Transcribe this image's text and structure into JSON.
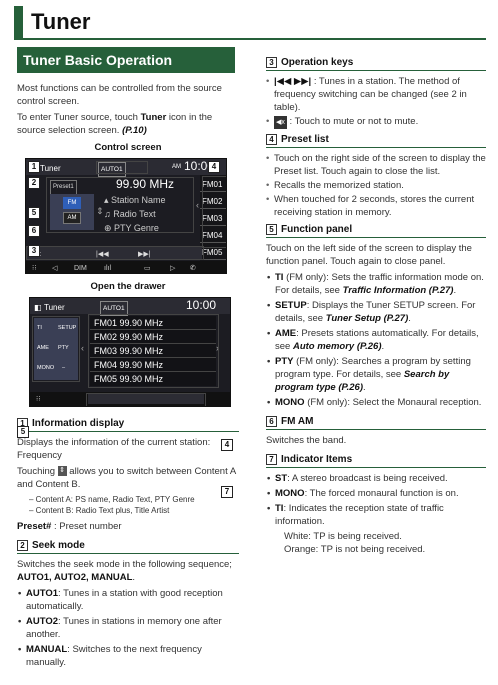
{
  "page": {
    "title": "Tuner"
  },
  "section": {
    "title": "Tuner Basic Operation"
  },
  "intro": {
    "p1": "Most functions can be controlled from the source control screen.",
    "p2_a": "To enter Tuner source, touch ",
    "p2_b": "Tuner",
    "p2_c": " icon in the source selection screen. ",
    "p2_d": "(P.10)"
  },
  "figure1": {
    "title": "Control screen",
    "source": "Tuner",
    "seek_mode": "AUTO1",
    "band": "AM",
    "clock": "10:00",
    "preset_label": "Preset1",
    "frequency": "99.90 MHz",
    "station_name": "Station Name",
    "radio_text": "Radio Text",
    "pty_genre": "PTY Genre",
    "fm_button": "FM",
    "am_button": "AM",
    "presets": [
      "FM01",
      "FM02",
      "FM03",
      "FM04",
      "FM05"
    ],
    "bottom_dim": "DIM",
    "callouts": [
      "1",
      "2",
      "3",
      "4",
      "5",
      "6"
    ]
  },
  "figure2": {
    "title": "Open the drawer",
    "source": "Tuner",
    "seek_mode": "AUTO1",
    "clock": "10:00",
    "func_buttons": [
      "TI",
      "SETUP",
      "AME",
      "PTY",
      "MONO",
      "–"
    ],
    "presets": [
      {
        "name": "FM01",
        "freq": "99.90 MHz"
      },
      {
        "name": "FM02",
        "freq": "99.90 MHz"
      },
      {
        "name": "FM03",
        "freq": "99.90 MHz"
      },
      {
        "name": "FM04",
        "freq": "99.90 MHz"
      },
      {
        "name": "FM05",
        "freq": "99.90 MHz"
      }
    ],
    "callouts": [
      "5",
      "4",
      "7"
    ]
  },
  "info_display": {
    "num": "1",
    "heading": "Information display",
    "p1": "Displays the information of the current station: Frequency",
    "touching_a": "Touching ",
    "touching_b": " allows you to switch between Content A and Content B.",
    "content_a": "– Content A: PS name, Radio Text, PTY Genre",
    "content_b": "– Content B: Radio Text plus, Title Artist",
    "preset_label": "Preset#",
    "preset_text": " : Preset number"
  },
  "seek_mode": {
    "num": "2",
    "heading": "Seek mode",
    "p1": "Switches the seek mode in the following sequence; ",
    "seq": "AUTO1, AUTO2, MANUAL",
    "items": [
      {
        "label": "AUTO1",
        "text": ": Tunes in a station with good reception automatically."
      },
      {
        "label": "AUTO2",
        "text": ": Tunes in stations in memory one after another."
      },
      {
        "label": "MANUAL",
        "text": ": Switches to the next frequency manually."
      }
    ]
  },
  "operation_keys": {
    "num": "3",
    "heading": "Operation keys",
    "item1_keys": "|◀◀ ▶▶|",
    "item1_text": " : Tunes in a station. The method of frequency switching can be changed (see 2 in table).",
    "item2_key": "◀x",
    "item2_text": " : Touch to mute or not to mute."
  },
  "preset_list": {
    "num": "4",
    "heading": "Preset list",
    "items": [
      "Touch on the right side of the screen to display the Preset list. Touch again to close the list.",
      "Recalls the memorized station.",
      "When touched for 2 seconds, stores the current receiving station in memory."
    ]
  },
  "function_panel": {
    "num": "5",
    "heading": "Function panel",
    "p1": "Touch on the left side of the screen to display the function panel. Touch again to close panel.",
    "items": [
      {
        "label": "TI",
        "text": " (FM only): Sets the traffic information mode on. For details, see ",
        "ref": "Traffic Information (P.27)",
        "end": "."
      },
      {
        "label": "SETUP",
        "text": ": Displays the Tuner SETUP screen. For details, see ",
        "ref": "Tuner Setup (P.27)",
        "end": "."
      },
      {
        "label": "AME",
        "text": ": Presets stations automatically. For details, see ",
        "ref": "Auto memory (P.26)",
        "end": "."
      },
      {
        "label": "PTY",
        "text": " (FM only): Searches a program by setting program type. For details, see ",
        "ref": "Search by program type (P.26)",
        "end": "."
      },
      {
        "label": "MONO",
        "text": " (FM only): Select the Monaural reception.",
        "ref": "",
        "end": ""
      }
    ]
  },
  "fm_am": {
    "num": "6",
    "heading": "FM  AM",
    "text": "Switches the band."
  },
  "indicator_items": {
    "num": "7",
    "heading": "Indicator Items",
    "items": [
      {
        "label": "ST",
        "text": ": A stereo broadcast is being received."
      },
      {
        "label": "MONO",
        "text": ": The forced monaural function is on."
      },
      {
        "label": "TI",
        "text": ": Indicates the reception state of traffic information."
      }
    ],
    "white": "White: TP is being received.",
    "orange": "Orange: TP is not being received."
  },
  "colors": {
    "accent": "#26603a"
  }
}
